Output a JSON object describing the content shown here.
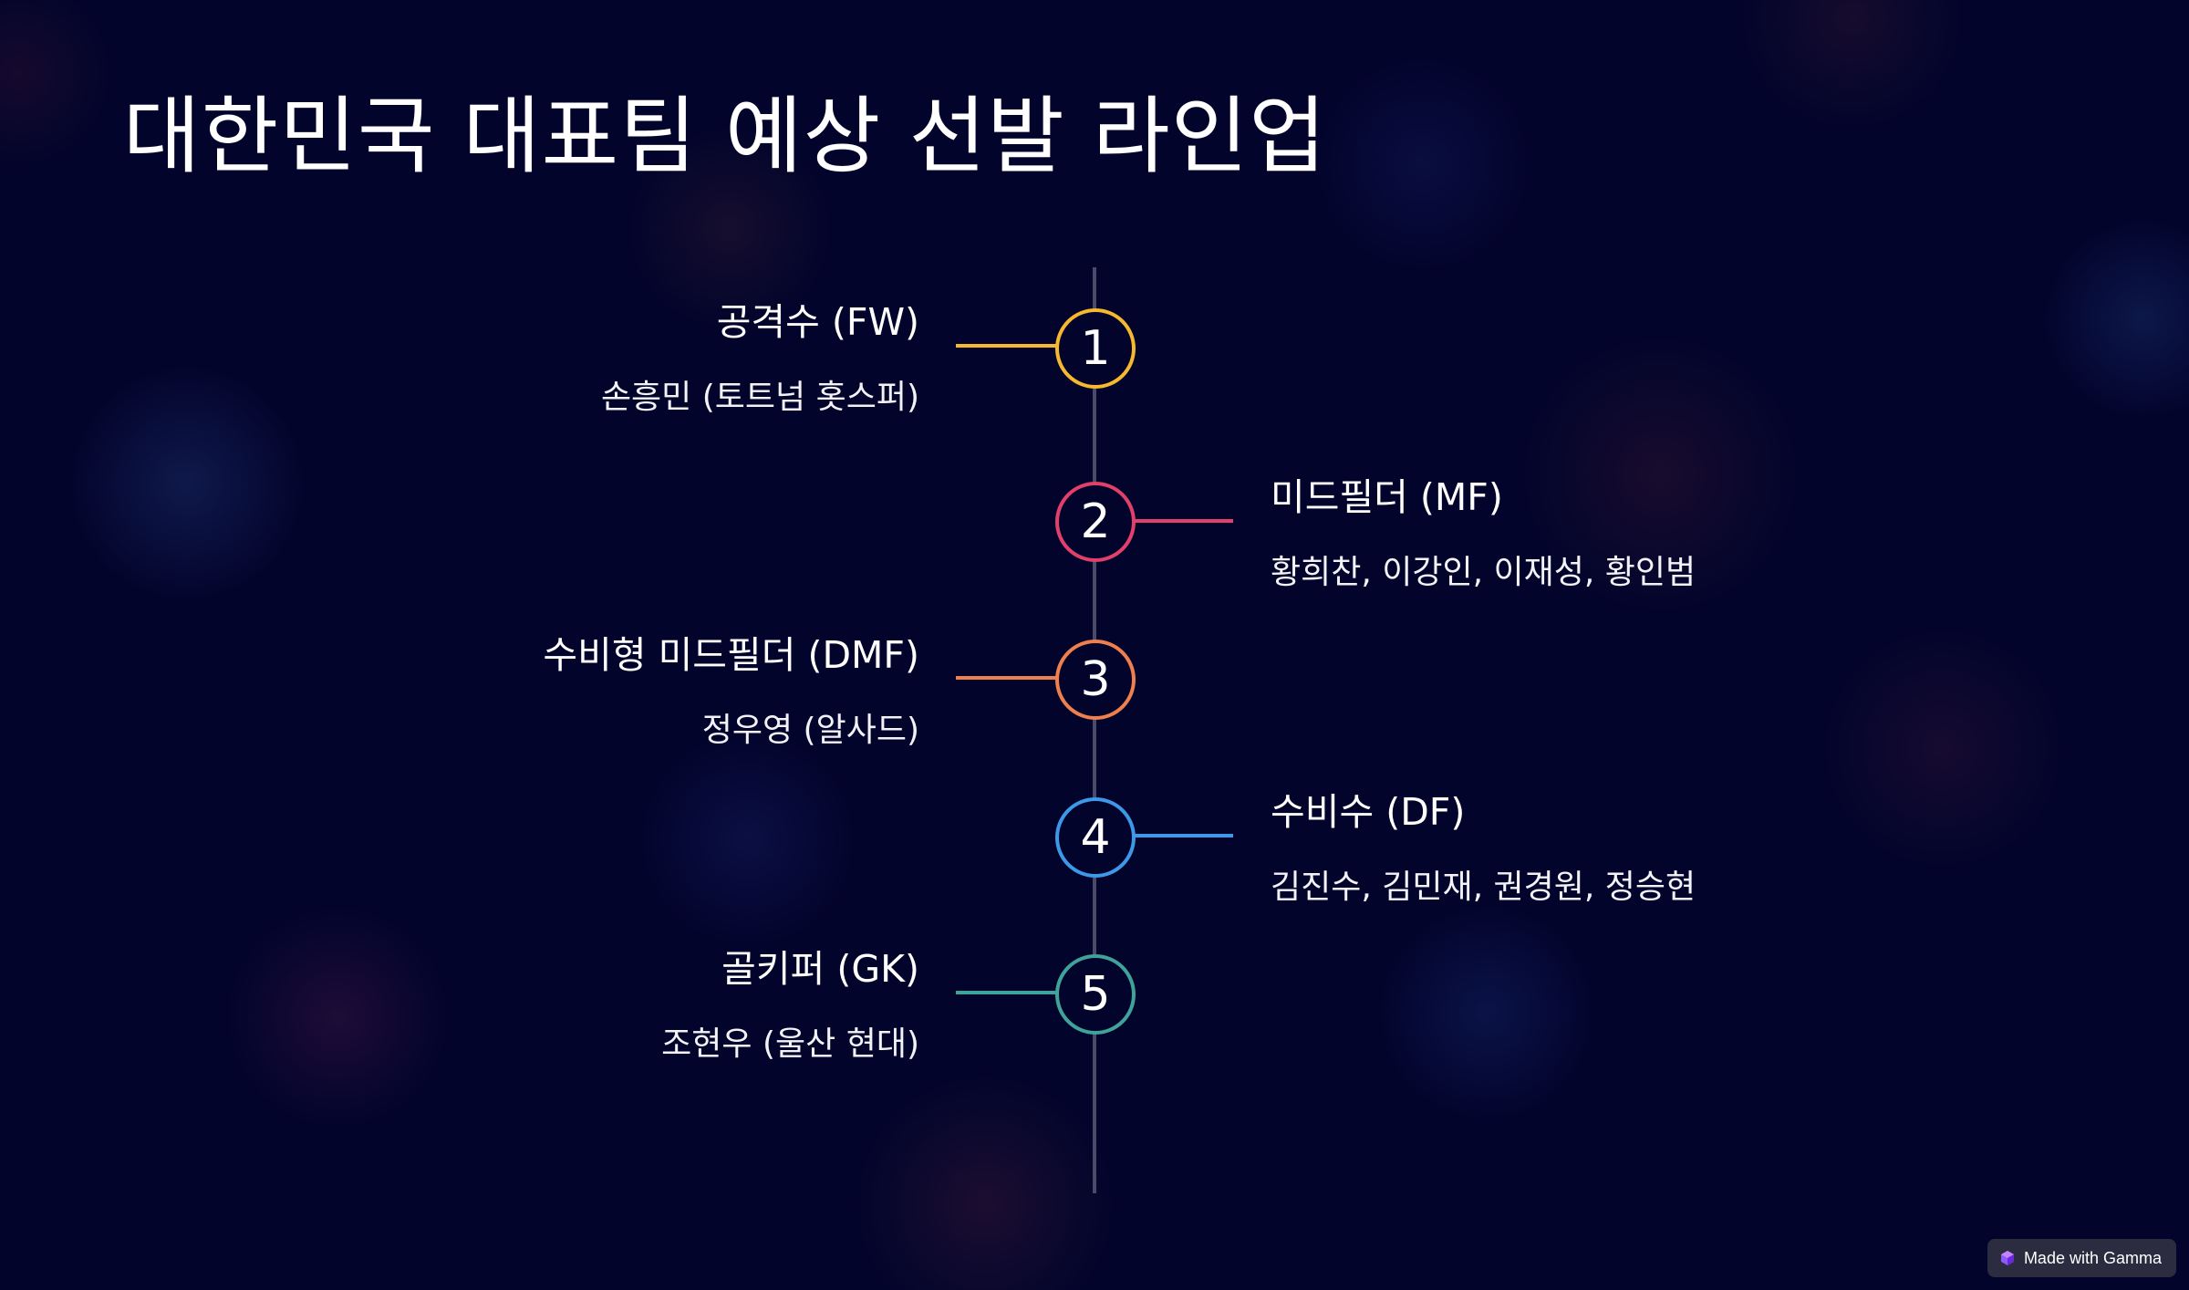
{
  "title": "대한민국 대표팀 예상 선발 라인업",
  "positions": [
    {
      "number": "1",
      "heading": "공격수 (FW)",
      "players": "손흥민 (토트넘 홋스퍼)",
      "side": "left",
      "color": "#f5b82e"
    },
    {
      "number": "2",
      "heading": "미드필더 (MF)",
      "players": "황희찬, 이강인, 이재성, 황인범",
      "side": "right",
      "color": "#e0406a"
    },
    {
      "number": "3",
      "heading": "수비형 미드필더 (DMF)",
      "players": "정우영 (알사드)",
      "side": "left",
      "color": "#ef7f4d"
    },
    {
      "number": "4",
      "heading": "수비수 (DF)",
      "players": "김진수, 김민재, 권경원, 정승현",
      "side": "right",
      "color": "#3d98e8"
    },
    {
      "number": "5",
      "heading": "골키퍼 (GK)",
      "players": "조현우 (울산 현대)",
      "side": "left",
      "color": "#3fa39a"
    }
  ],
  "badge": {
    "label": "Made with Gamma",
    "icon": "gamma-logo-icon"
  },
  "colors": {
    "background": "#03042c",
    "axis": "#4a4b6a",
    "badge_background": "#2b2c3f"
  }
}
